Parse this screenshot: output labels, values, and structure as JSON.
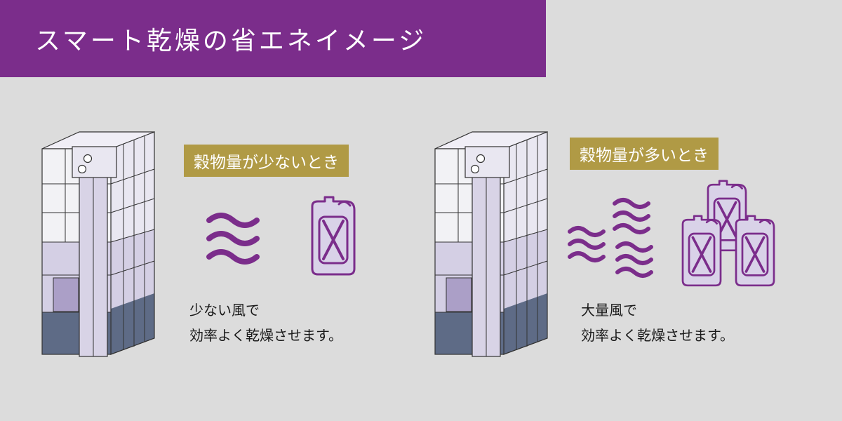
{
  "title": "スマート乾燥の省エネイメージ",
  "colors": {
    "title_bg": "#7b2d8b",
    "tag_bg": "#b09a45",
    "wind": "#7b2d8b",
    "tank_fill": "#ddd5e8",
    "grain_fill": "#d0cae0",
    "base_fill": "#5e6b86"
  },
  "panels": [
    {
      "tag": "穀物量が少ないとき",
      "caption_line1": "少ない風で",
      "caption_line2": "効率よく乾燥させます。"
    },
    {
      "tag": "穀物量が多いとき",
      "caption_line1": "大量風で",
      "caption_line2": "効率よく乾燥させます。"
    }
  ]
}
